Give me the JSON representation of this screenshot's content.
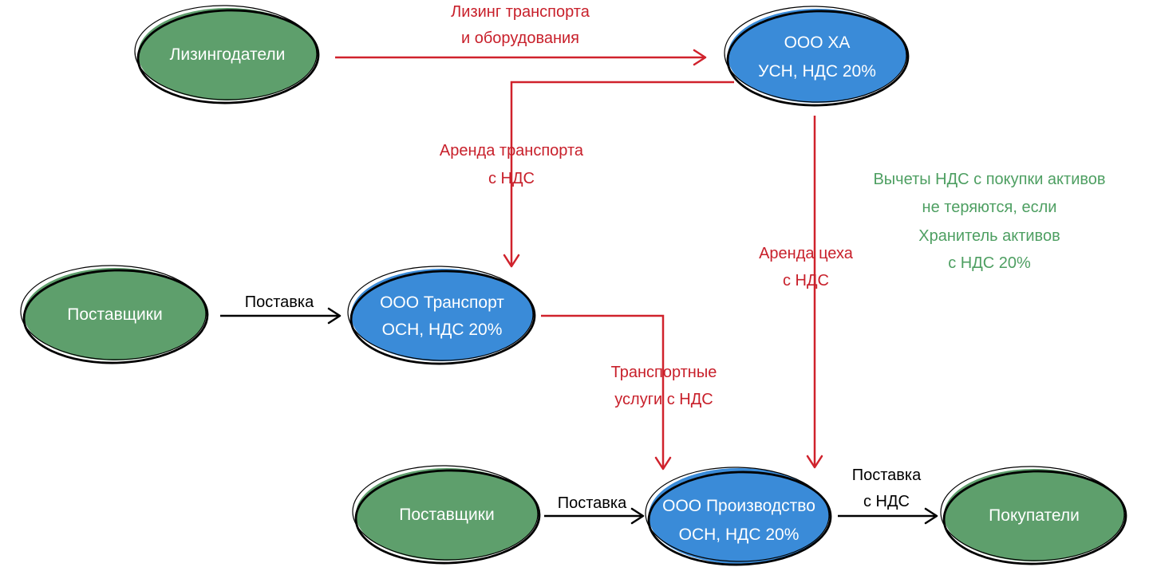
{
  "colors": {
    "node_green": "#5e9f6c",
    "node_blue": "#3a8bd8",
    "flow_red": "#d0222c",
    "flow_black": "#000000",
    "note_green": "#4e9f62"
  },
  "nodes": {
    "lessors": {
      "line1": "Лизингодатели"
    },
    "ooo_ha": {
      "line1": "ООО ХА",
      "line2": "УСН, НДС 20%"
    },
    "suppliers_top": {
      "line1": "Поставщики"
    },
    "ooo_transport": {
      "line1": "ООО Транспорт",
      "line2": "ОСН, НДС 20%"
    },
    "suppliers_bottom": {
      "line1": "Поставщики"
    },
    "ooo_production": {
      "line1": "ООО Производство",
      "line2": "ОСН, НДС 20%"
    },
    "buyers": {
      "line1": "Покупатели"
    }
  },
  "edges": {
    "leasing": {
      "line1": "Лизинг транспорта",
      "line2": "и оборудования"
    },
    "transport_rent": {
      "line1": "Аренда транспорта",
      "line2": "с НДС"
    },
    "workshop_rent": {
      "line1": "Аренда цеха",
      "line2": "с НДС"
    },
    "transport_services": {
      "line1": "Транспортные",
      "line2": "услуги с НДС"
    },
    "supply_top": {
      "line1": "Поставка"
    },
    "supply_bottom": {
      "line1": "Поставка"
    },
    "supply_vat": {
      "line1": "Поставка",
      "line2": "с НДС"
    }
  },
  "note": {
    "line1": "Вычеты НДС с покупки активов",
    "line2": "не теряются, если",
    "line3": "Хранитель активов",
    "line4": "с НДС 20%"
  }
}
